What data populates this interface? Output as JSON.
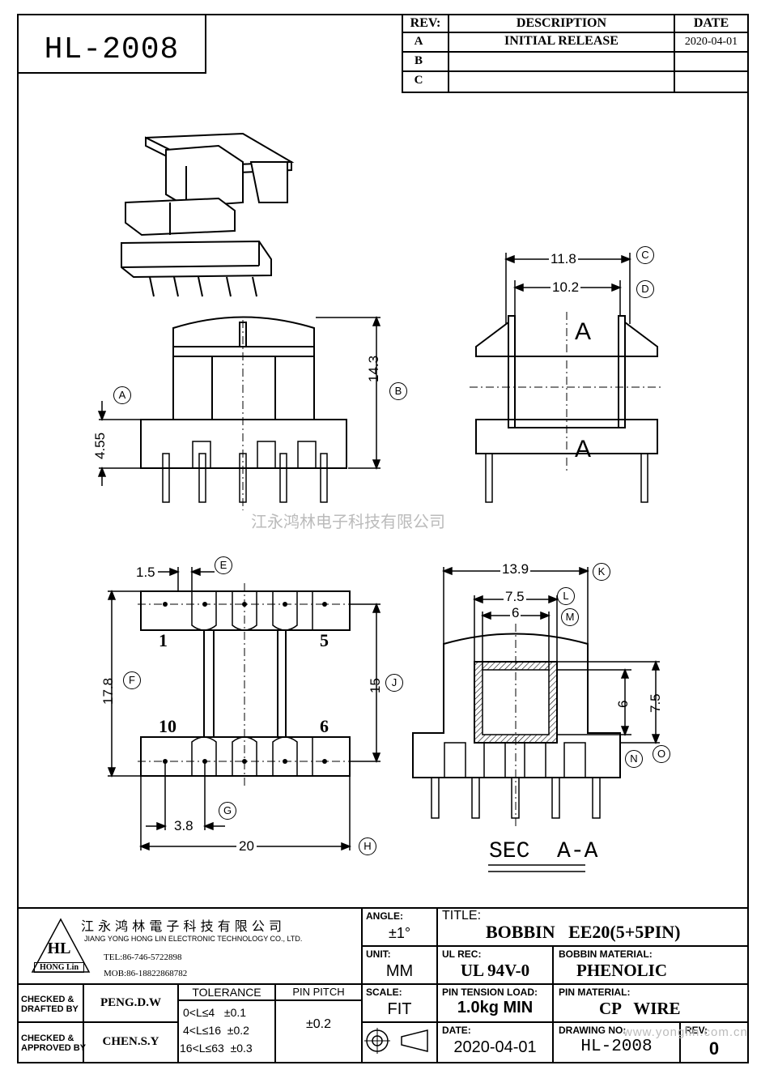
{
  "title_block_top": {
    "part_number": "HL-2008",
    "revision_table": {
      "headers": {
        "rev": "REV:",
        "description": "DESCRIPTION",
        "date": "DATE"
      },
      "rows": [
        {
          "rev": "A",
          "description": "INITIAL RELEASE",
          "date": "2020-04-01"
        },
        {
          "rev": "B",
          "description": "",
          "date": ""
        },
        {
          "rev": "C",
          "description": "",
          "date": ""
        }
      ]
    }
  },
  "dimensions": {
    "front": {
      "height_total": "14.3",
      "pin_base": "4.55",
      "label_a": "A",
      "label_b": "B"
    },
    "side": {
      "outer_width": "11.8",
      "inner_width": "10.2",
      "label_c": "C",
      "label_d": "D",
      "section_mark_top": "A",
      "section_mark_bottom": "A"
    },
    "bottom": {
      "pin_width": "1.5",
      "label_e": "E",
      "length": "17.8",
      "label_f": "F",
      "pin_span": "15",
      "label_j": "J",
      "pitch": "3.8",
      "label_g": "G",
      "overall": "20",
      "label_h": "H",
      "pin_1": "1",
      "pin_5": "5",
      "pin_10": "10",
      "pin_6": "6"
    },
    "section": {
      "overall": "13.9",
      "label_k": "K",
      "core_outer": "7.5",
      "label_l": "L",
      "core_inner": "6",
      "label_m": "M",
      "height_inner": "6",
      "height_outer": "7.5",
      "label_n": "N",
      "label_o": "O",
      "section_title": "SEC  A-A"
    }
  },
  "watermark": "江永鸿林电子科技有限公司",
  "company": {
    "name_cn": "江 永 鸿 林 電 子 科 技 有 限 公 司",
    "name_en": "JIANG YONG HONG LIN ELECTRONIC TECHNOLOGY CO., LTD.",
    "tel": "TEL:86-746-5722898",
    "mob": "MOB:86-18822868782",
    "logo_text": "HL",
    "logo_sub": "HONG Lin"
  },
  "signoff": {
    "checked_drafted_label": "CHECKED &\nDRAFTED BY",
    "checked_drafted_name": "PENG.D.W",
    "checked_approved_label": "CHECKED &\nAPPROVED BY",
    "checked_approved_name": "CHEN.S.Y"
  },
  "tolerance": {
    "header": "TOLERANCE",
    "rows": [
      "0<L≤4   ±0.1",
      "4<L≤16  ±0.2",
      "16<L≤63  ±0.3"
    ],
    "pin_pitch_header": "PIN PITCH",
    "pin_pitch_value": "±0.2"
  },
  "fields": {
    "angle_label": "ANGLE:",
    "angle_value": "±1°",
    "unit_label": "UNIT:",
    "unit_value": "MM",
    "scale_label": "SCALE:",
    "scale_value": "FIT",
    "title_label": "TITLE:",
    "title_value": "BOBBIN   EE20(5+5PIN)",
    "ul_label": "UL REC:",
    "ul_value": "UL 94V-0",
    "bobbin_material_label": "BOBBIN MATERIAL:",
    "bobbin_material_value": "PHENOLIC",
    "pin_tension_label": "PIN TENSION LOAD:",
    "pin_tension_value": "1.0kg MIN",
    "pin_material_label": "PIN MATERIAL:",
    "pin_material_value": "CP   WIRE",
    "date_label": "DATE:",
    "date_value": "2020-04-01",
    "drawing_no_label": "DRAWING NO:",
    "drawing_no_value": "HL-2008",
    "rev_label": "REV:",
    "rev_value": "0"
  },
  "footer_watermark": "www.yonglin.com.cn"
}
